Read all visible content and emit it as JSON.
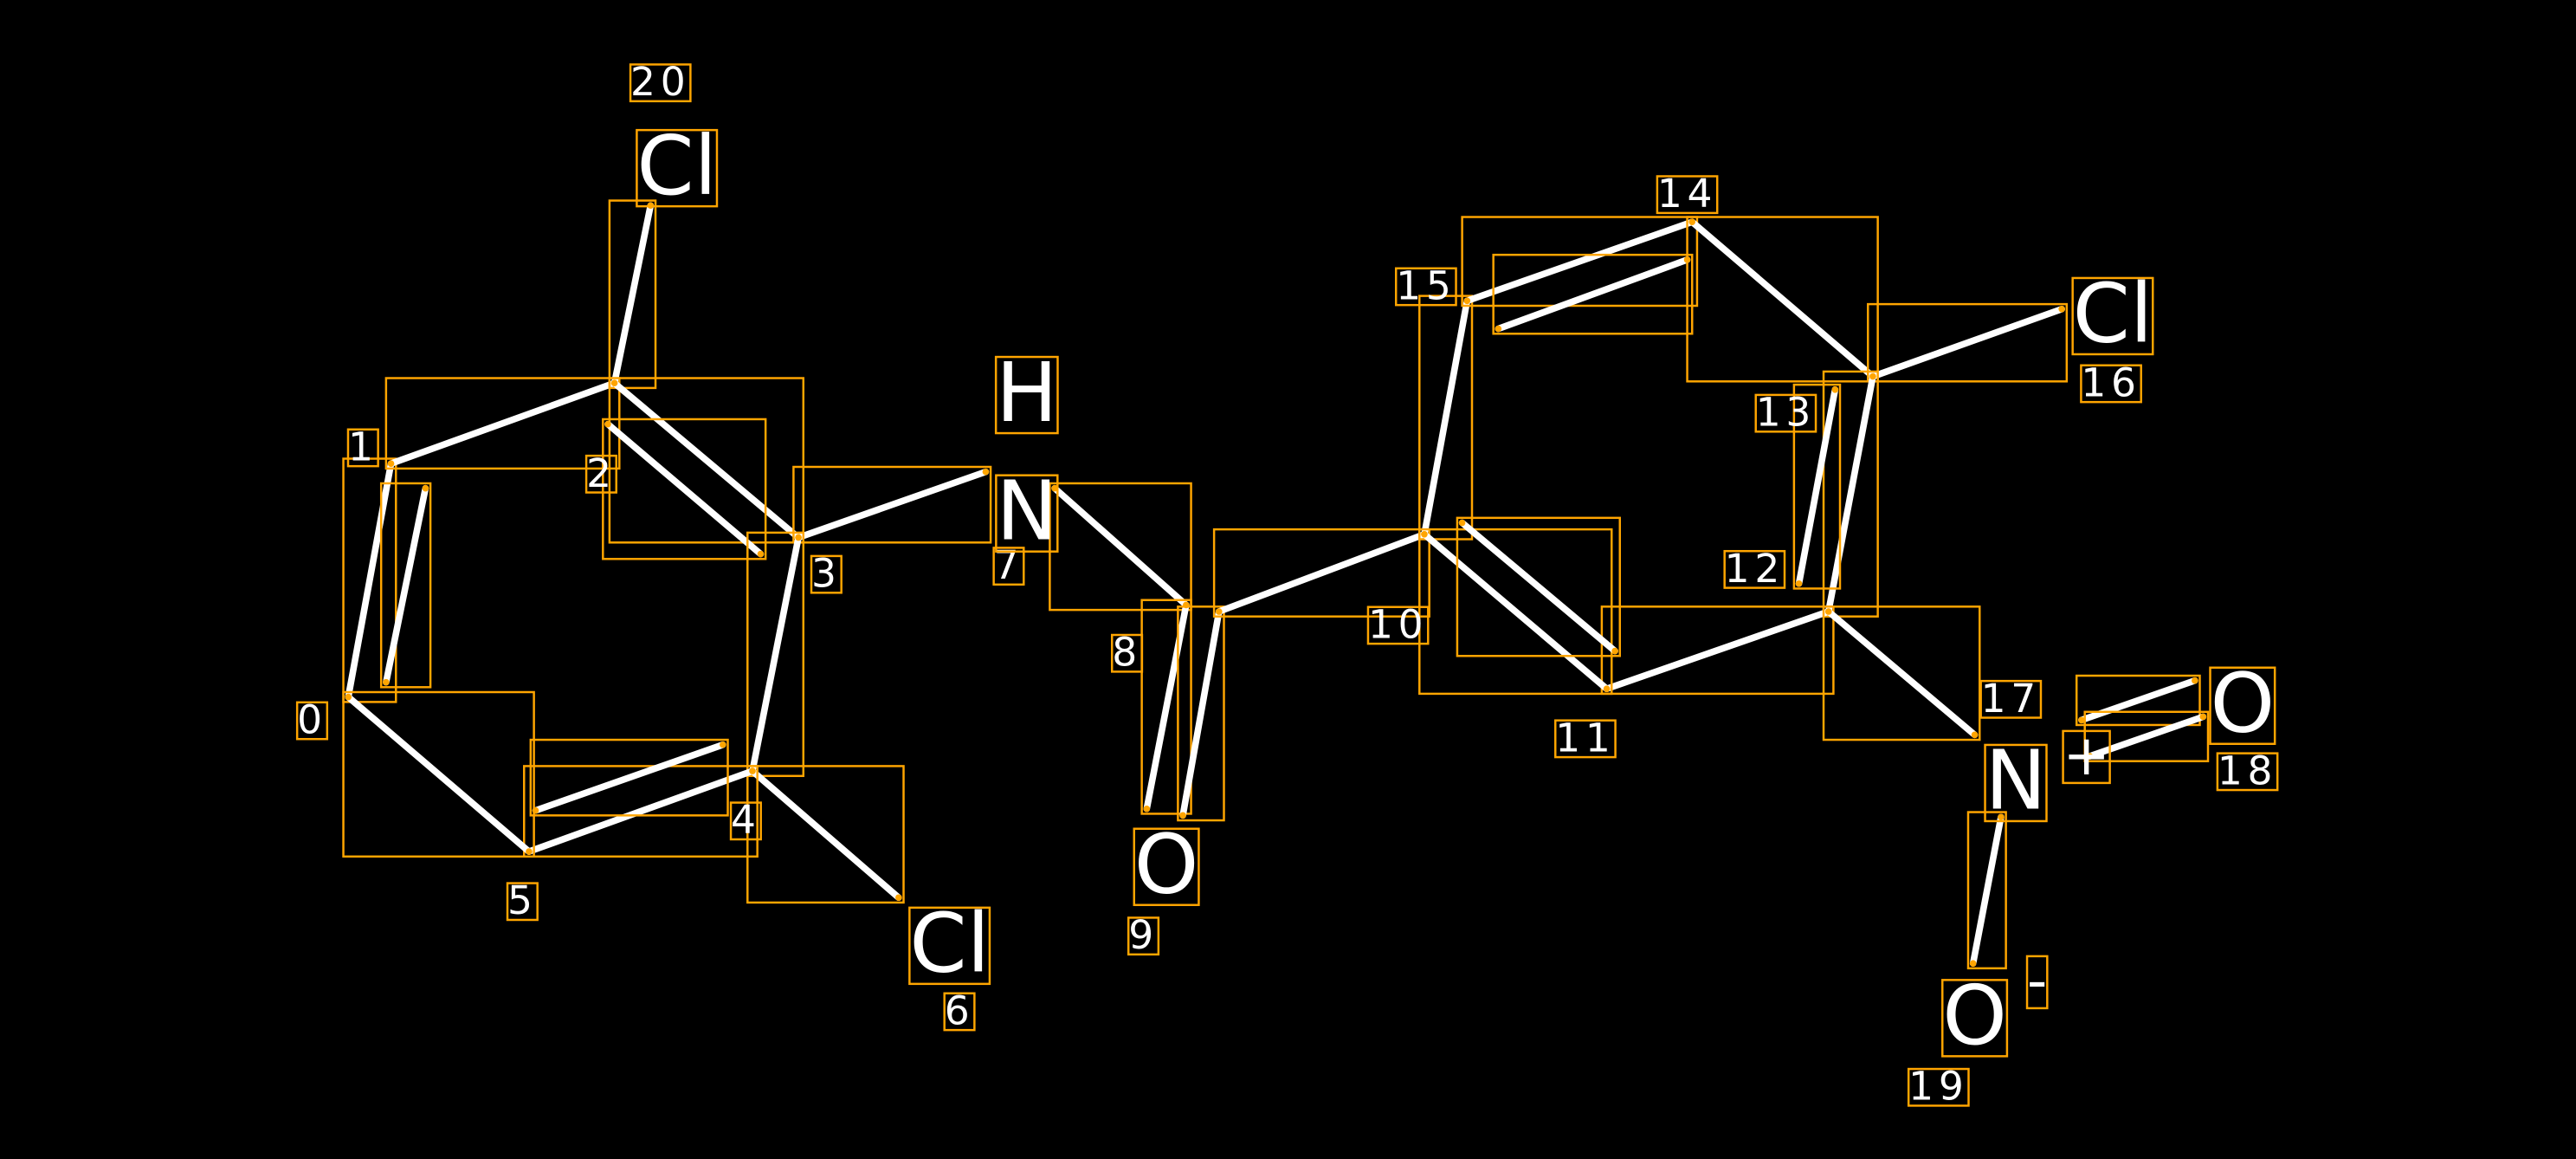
{
  "molecule": {
    "atoms": [
      {
        "index": "0",
        "symbol": ""
      },
      {
        "index": "1",
        "symbol": ""
      },
      {
        "index": "2",
        "symbol": ""
      },
      {
        "index": "3",
        "symbol": ""
      },
      {
        "index": "4",
        "symbol": ""
      },
      {
        "index": "5",
        "symbol": ""
      },
      {
        "index": "6",
        "symbol": "Cl"
      },
      {
        "index": "7",
        "symbol": "N",
        "extra": "H"
      },
      {
        "index": "8",
        "symbol": ""
      },
      {
        "index": "9",
        "symbol": "O"
      },
      {
        "index": "10",
        "symbol": ""
      },
      {
        "index": "11",
        "symbol": ""
      },
      {
        "index": "12",
        "symbol": ""
      },
      {
        "index": "13",
        "symbol": ""
      },
      {
        "index": "14",
        "symbol": ""
      },
      {
        "index": "15",
        "symbol": ""
      },
      {
        "index": "16",
        "symbol": "Cl"
      },
      {
        "index": "17",
        "symbol": "N",
        "charge": "+"
      },
      {
        "index": "18",
        "symbol": "O"
      },
      {
        "index": "19",
        "symbol": "O",
        "charge": "-"
      },
      {
        "index": "20",
        "symbol": "Cl"
      }
    ],
    "colors": {
      "background": "#000000",
      "bond": "#ffffff",
      "box": "#ffa500"
    }
  }
}
